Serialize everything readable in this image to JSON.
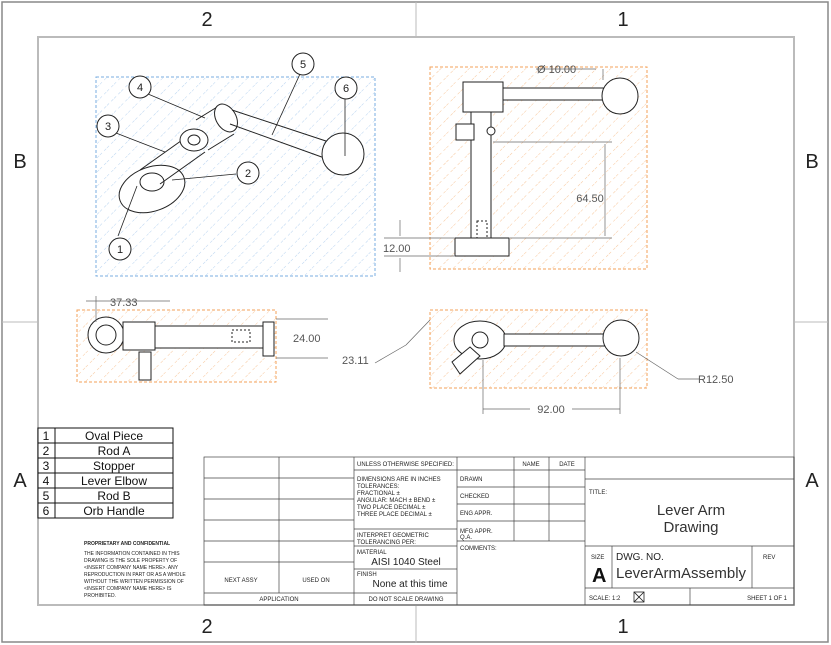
{
  "zones": {
    "top_left": "2",
    "top_right": "1",
    "bottom_left": "2",
    "bottom_right": "1",
    "left_upper": "B",
    "left_lower": "A",
    "right_upper": "B",
    "right_lower": "A"
  },
  "balloons": [
    "1",
    "2",
    "3",
    "4",
    "5",
    "6"
  ],
  "dimensions": {
    "diameter": "Ø 10.00",
    "height_64": "64.50",
    "base_12": "12.00",
    "width_37": "37.33",
    "depth_24": "24.00",
    "angle_23": "23.11",
    "radius_12": "R12.50",
    "length_92": "92.00"
  },
  "bom": [
    {
      "num": "1",
      "name": "Oval Piece"
    },
    {
      "num": "2",
      "name": "Rod A"
    },
    {
      "num": "3",
      "name": "Stopper"
    },
    {
      "num": "4",
      "name": "Lever Elbow"
    },
    {
      "num": "5",
      "name": "Rod B"
    },
    {
      "num": "6",
      "name": "Orb Handle"
    }
  ],
  "proprietary": {
    "heading": "PROPRIETARY AND CONFIDENTIAL",
    "lines": [
      "THE INFORMATION CONTAINED IN THIS",
      "DRAWING IS THE SOLE PROPERTY OF",
      "<INSERT COMPANY NAME HERE>.  ANY",
      "REPRODUCTION IN PART OR AS A WHOLE",
      "WITHOUT THE WRITTEN PERMISSION OF",
      "<INSERT COMPANY NAME HERE> IS",
      "PROHIBITED."
    ]
  },
  "titleblock": {
    "next_assy": "NEXT ASSY",
    "used_on": "USED ON",
    "application": "APPLICATION",
    "unless": "UNLESS OTHERWISE SPECIFIED:",
    "dims_lines": [
      "DIMENSIONS ARE IN INCHES",
      "TOLERANCES:",
      "FRACTIONAL ±",
      "ANGULAR: MACH ±    BEND ±",
      "TWO PLACE DECIMAL    ±",
      "THREE PLACE DECIMAL  ±"
    ],
    "interpret_lines": [
      "INTERPRET GEOMETRIC",
      "TOLERANCING PER:"
    ],
    "material_label": "MATERIAL",
    "material": "AISI 1040 Steel",
    "finish_label": "FINISH",
    "finish": "None at this time",
    "do_not_scale": "DO NOT SCALE DRAWING",
    "name_hdr": "NAME",
    "date_hdr": "DATE",
    "rows": [
      "DRAWN",
      "CHECKED",
      "ENG APPR.",
      "MFG APPR.",
      "Q.A.",
      "COMMENTS:"
    ],
    "title_label": "TITLE:",
    "title_line1": "Lever Arm",
    "title_line2": "Drawing",
    "size_label": "SIZE",
    "size": "A",
    "dwg_no_label": "DWG.  NO.",
    "dwg_no": "LeverArmAssembly",
    "rev_label": "REV",
    "scale": "SCALE: 1:2",
    "sheet": "SHEET 1 OF 1"
  }
}
